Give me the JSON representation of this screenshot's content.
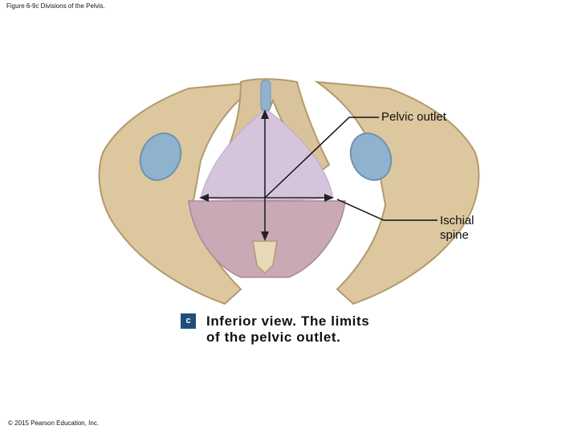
{
  "figure": {
    "title": "Figure 6-9c Divisions of the Pelvis."
  },
  "labels": {
    "pelvic_outlet": "Pelvic outlet",
    "ischial_spine": "Ischial spine"
  },
  "panel": {
    "letter": "c",
    "caption_line1": "Inferior view. The limits",
    "caption_line2": "of the pelvic outlet."
  },
  "footer": {
    "copyright": "© 2015 Pearson Education, Inc."
  },
  "colors": {
    "bone": "#d9c49a",
    "bone_shadow": "#b49a6d",
    "outlet_fill": "#d6c3dc",
    "foramen": "#8fb3cf",
    "badge": "#1f4e78"
  }
}
